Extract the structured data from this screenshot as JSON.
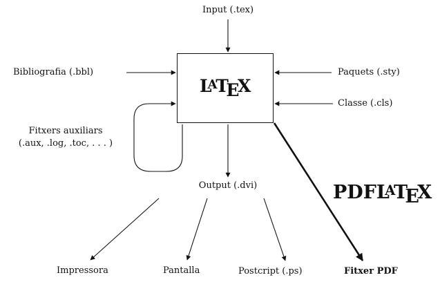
{
  "nodes": {
    "input": "Input (.tex)",
    "bibliografia": "Bibliografia (.bbl)",
    "paquets": "Paquets (.sty)",
    "classe": "Classe (.cls)",
    "aux_line1": "Fitxers auxiliars",
    "aux_line2": "(.aux, .log, .toc, . . . )",
    "output": "Output (.dvi)",
    "impressora": "Impressora",
    "pantalla": "Pantalla",
    "postscript": "Postcript (.ps)",
    "pdf": "Fitxer PDF"
  },
  "logos": {
    "latex": {
      "L": "L",
      "A": "A",
      "T": "T",
      "E": "E",
      "X": "X"
    },
    "pdflatex": {
      "prefix": "PDF",
      "L": "L",
      "A": "A",
      "T": "T",
      "E": "E",
      "X": "X"
    }
  },
  "colors": {
    "ink": "#111111",
    "background": "#ffffff"
  }
}
